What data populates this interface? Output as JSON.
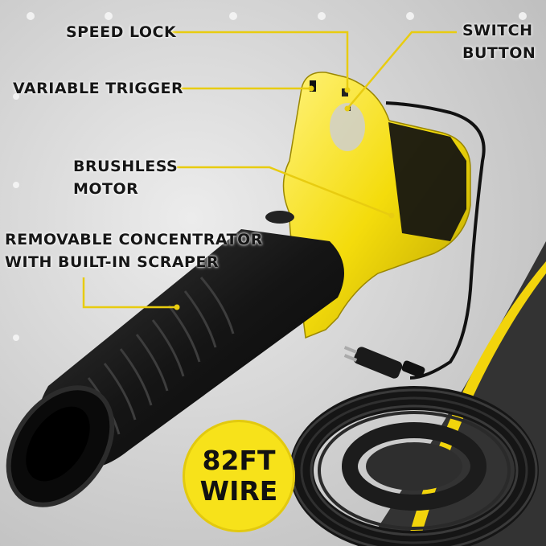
{
  "labels": {
    "speed_lock": "SPEED LOCK",
    "switch_button": [
      "SWITCH",
      "BUTTON"
    ],
    "variable_trigger": "VARIABLE TRIGGER",
    "brushless_motor": [
      "BRUSHLESS",
      "MOTOR"
    ],
    "concentrator": [
      "REMOVABLE CONCENTRATOR",
      "WITH BUILT-IN SCRAPER"
    ]
  },
  "badge": {
    "line1": "82FT",
    "line2": "WIRE"
  },
  "colors": {
    "accent": "#f7e21a",
    "body_yellow": "#f5df0f",
    "black": "#141414"
  }
}
